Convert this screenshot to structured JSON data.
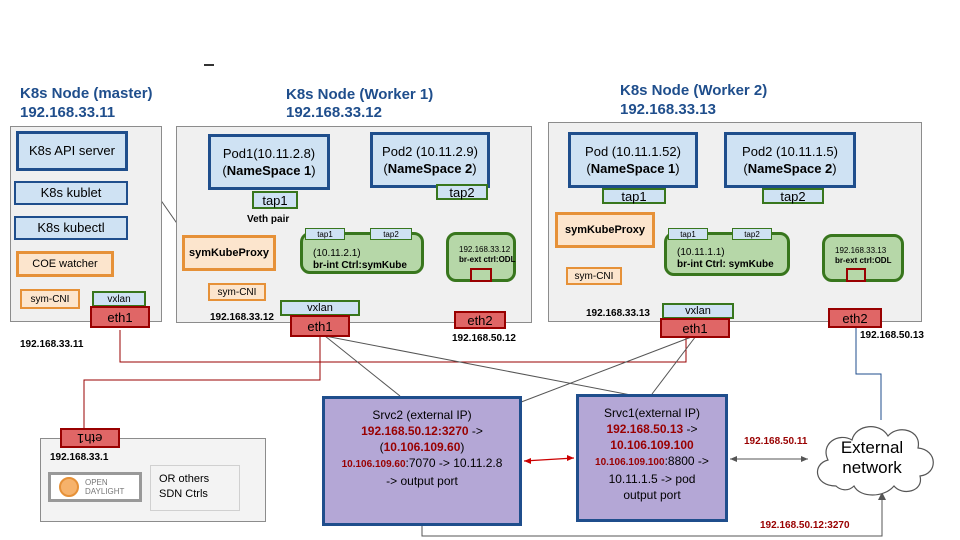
{
  "master": {
    "title": "K8s Node (master)",
    "ip": "192.168.33.11",
    "api_server": "K8s API server",
    "kublet": "K8s kublet",
    "kubectl": "K8s kubectl",
    "coe_watcher": "COE watcher",
    "sym_cni": "sym-CNI",
    "vxlan": "vxlan",
    "eth1": "eth1",
    "eth1_ip": "192.168.33.11"
  },
  "worker1": {
    "title": "K8s Node (Worker 1)",
    "ip": "192.168.33.12",
    "pod1_line1": "Pod1(10.11.2.8)",
    "pod1_ns_open": "(",
    "pod1_ns": "NameSpace 1",
    "pod1_ns_close": ")",
    "pod2_line1": "Pod2 (10.11.2.9)",
    "pod2_ns_open": "(",
    "pod2_ns": "NameSpace 2",
    "pod2_ns_close": ")",
    "tap1": "tap1",
    "tap2": "tap2",
    "veth_pair": "Veth pair",
    "br_tap1": "tap1",
    "br_tap2": "tap2",
    "br_ip": "(10.11.2.1)",
    "br_label": "br-int Ctrl:symKube",
    "brext_ip": "192.168.33.12",
    "brext_label": "br-ext ctrl:ODL",
    "proxy": "symKubeProxy",
    "sym_cni": "sym-CNI",
    "vxlan": "vxlan",
    "eth1": "eth1",
    "eth1_ip": "192.168.33.12",
    "eth2": "eth2",
    "eth2_ip": "192.168.50.12"
  },
  "worker2": {
    "title": "K8s Node (Worker 2)",
    "ip": "192.168.33.13",
    "pod1_line1": "Pod (10.11.1.52)",
    "pod1_ns_open": "(",
    "pod1_ns": "NameSpace 1",
    "pod1_ns_close": ")",
    "pod2_line1": "Pod2 (10.11.1.5)",
    "pod2_ns_open": "(",
    "pod2_ns": "NameSpace 2",
    "pod2_ns_close": ")",
    "tap1": "tap1",
    "tap2": "tap2",
    "br_tap1": "tap1",
    "br_tap2": "tap2",
    "br_ip": "(10.11.1.1)",
    "br_label": "br-int Ctrl: symKube",
    "brext_ip": "192.168.33.13",
    "brext_label": "br-ext ctrl:ODL",
    "proxy": "symKubeProxy",
    "sym_cni": "sym-CNI",
    "vxlan": "vxlan",
    "eth1": "eth1",
    "eth1_ip": "192.168.33.13",
    "eth2": "eth2",
    "eth2_ip": "192.168.50.13"
  },
  "sdn": {
    "eth1": "eth1",
    "ip": "192.168.33.1",
    "logo_open": "OPEN",
    "logo_daylight": "DAYLIGHT",
    "others_line1": "OR others",
    "others_line2": "SDN Ctrls"
  },
  "srvc2": {
    "line1": "Srvc2 (external IP)",
    "ip_port": "192.168.50.12:3270",
    "arrow1": " ->",
    "paren_open": "(",
    "cluster_ip": "10.106.109.60",
    "paren_close": ")",
    "target_ip": "10.106.109.60",
    "target_rest": ":7070 -> 10.11.2.8",
    "last": "-> output port"
  },
  "srvc1": {
    "line1": "Srvc1(external IP)",
    "ip": "192.168.50.13",
    "arrow1": " ->",
    "cluster_ip": "10.106.109.100",
    "target_ip": "10.106.109.100",
    "target_rest": ":8800 ->",
    "line4": "10.11.1.5 -> pod",
    "line5": "output port"
  },
  "external": {
    "line1": "External",
    "line2": "network",
    "ip_label": "192.168.50.11",
    "bottom_label": "192.168.50.12:3270"
  },
  "colors": {
    "title_blue": "#1f4e8c",
    "green_border": "#38761d",
    "orange_border": "#e69138",
    "eth_red": "#e06666",
    "service_purple": "#b4a7d6",
    "label_red": "#990000"
  }
}
